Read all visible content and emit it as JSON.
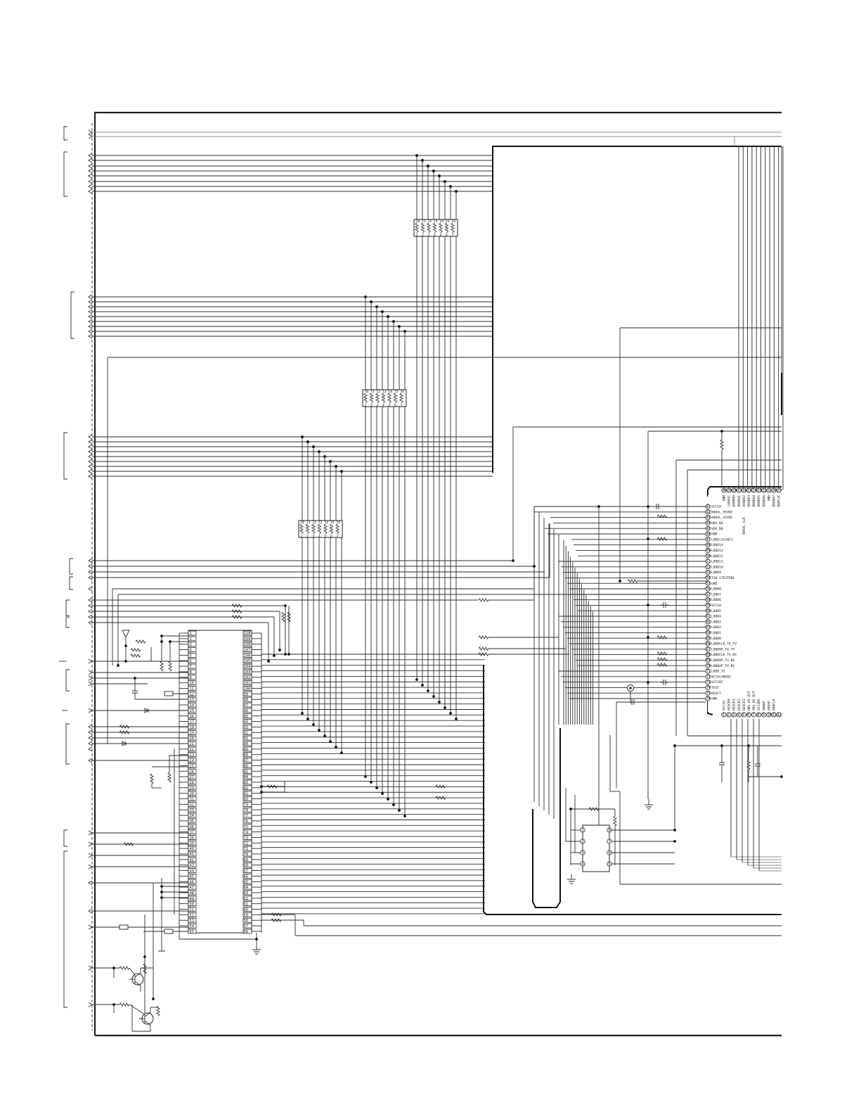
{
  "ic_main": {
    "left_pins": [
      "1",
      "2",
      "3",
      "4",
      "5",
      "6",
      "7",
      "8",
      "9",
      "10",
      "11",
      "12",
      "13",
      "14",
      "15",
      "16",
      "17",
      "18",
      "19",
      "20",
      "21",
      "22",
      "23",
      "24",
      "25",
      "26",
      "27",
      "28",
      "29",
      "30",
      "31",
      "32",
      "33",
      "34",
      "35",
      "36",
      "37",
      "38",
      "39",
      "40",
      "41",
      "42",
      "43",
      "44",
      "45",
      "46",
      "47",
      "48",
      "49",
      "50",
      "51",
      "52",
      "53",
      "54",
      "55"
    ],
    "right_pins": [
      "110",
      "109",
      "108",
      "107",
      "106",
      "105",
      "104",
      "103",
      "102",
      "101",
      "100",
      "99",
      "98",
      "97",
      "96",
      "95",
      "94",
      "93",
      "92",
      "91",
      "90",
      "89",
      "88",
      "87",
      "86",
      "85",
      "84",
      "83",
      "82",
      "81",
      "80",
      "79",
      "78",
      "77",
      "76",
      "75",
      "74",
      "73",
      "72",
      "71",
      "70",
      "69",
      "68",
      "67",
      "66",
      "65",
      "64",
      "63",
      "62",
      "61",
      "60",
      "59",
      "58",
      "57",
      "56"
    ]
  },
  "ic_controller": {
    "left_pins": [
      {
        "num": "41",
        "label": "VCC10"
      },
      {
        "num": "42",
        "label": "880XL_HSYNC"
      },
      {
        "num": "43",
        "label": "880XL_VSYNC"
      },
      {
        "num": "44",
        "label": "HDA_B0"
      },
      {
        "num": "45",
        "label": "VDA_B0"
      },
      {
        "num": "46",
        "label": "GND"
      },
      {
        "num": "47",
        "label": "L880(15)NC1"
      },
      {
        "num": "48",
        "label": "L88014"
      },
      {
        "num": "49",
        "label": "L88013"
      },
      {
        "num": "50",
        "label": "L88012"
      },
      {
        "num": "51",
        "label": "L88011"
      },
      {
        "num": "52",
        "label": "L88010"
      },
      {
        "num": "53",
        "label": "L8809"
      },
      {
        "num": "54",
        "label": "T30 1TESTEN1"
      },
      {
        "num": "55",
        "label": "GND"
      },
      {
        "num": "56",
        "label": "L8808"
      },
      {
        "num": "57",
        "label": "L8807"
      },
      {
        "num": "58",
        "label": "L8806"
      },
      {
        "num": "59",
        "label": "VCC10"
      },
      {
        "num": "60",
        "label": "L8805"
      },
      {
        "num": "61",
        "label": "L8804"
      },
      {
        "num": "62",
        "label": "L8803"
      },
      {
        "num": "63",
        "label": "L8802"
      },
      {
        "num": "64",
        "label": "L8801"
      },
      {
        "num": "65",
        "label": "L8800"
      },
      {
        "num": "66",
        "label": "L880CLK_TO_TV"
      },
      {
        "num": "67",
        "label": "L880HP_TO_TV"
      },
      {
        "num": "68",
        "label": "L880CLK_TO_BS"
      },
      {
        "num": "69",
        "label": "L880VP_TO_BS"
      },
      {
        "num": "70",
        "label": "L880HP_TO_BS"
      },
      {
        "num": "71",
        "label": "L880_Y5"
      },
      {
        "num": "72",
        "label": "NC1SCANEN1"
      },
      {
        "num": "73",
        "label": "VCCINT"
      },
      {
        "num": "74",
        "label": "TEST"
      },
      {
        "num": "75",
        "label": "RESET"
      },
      {
        "num": "76",
        "label": "GND"
      }
    ],
    "top_pins": [
      "40",
      "39",
      "38",
      "37",
      "36",
      "35",
      "34",
      "33",
      "32",
      "31",
      "30",
      "29"
    ],
    "top_labels": [
      "GND",
      "L880XL",
      "880D00",
      "880D01",
      "880D02",
      "880D03",
      "880D04",
      "880D05",
      "880D06",
      "GND",
      "880D07",
      "880CLK"
    ],
    "side_label": "880XL_CLK",
    "bottom_pins": [
      "1",
      "2",
      "3",
      "4",
      "5",
      "6",
      "7",
      "8",
      "9",
      "10",
      "11",
      "12"
    ],
    "bottom_labels": [
      "VCC10",
      "H2SCK0",
      "H2SCK1",
      "H2SCK2",
      "H2SCK3",
      "HDA_BS_OUT",
      "VDA_BS_OUT",
      "VCCINT",
      "880HP",
      "880VP",
      "880CLK"
    ]
  },
  "ic_small": {
    "left_pins": [
      "1",
      "2",
      "3",
      "4"
    ],
    "right_pins": [
      "8",
      "7",
      "6",
      "5"
    ]
  },
  "resistor_array_1": {
    "top": [
      "10",
      "11",
      "12",
      "13",
      "14",
      "15",
      "16"
    ],
    "bottom": [
      "1",
      "2",
      "3",
      "4",
      "5",
      "6",
      "7"
    ]
  },
  "resistor_array_2": {
    "top": [
      "10",
      "11",
      "12",
      "13",
      "14",
      "15",
      "16"
    ],
    "bottom": [
      "1",
      "2",
      "3",
      "4",
      "5",
      "6",
      "7"
    ]
  },
  "resistor_array_3": {
    "top": [
      "10",
      "11",
      "12",
      "13",
      "14",
      "15",
      "16"
    ],
    "bottom": [
      "1",
      "2",
      "3",
      "4",
      "5",
      "6",
      "7"
    ]
  }
}
